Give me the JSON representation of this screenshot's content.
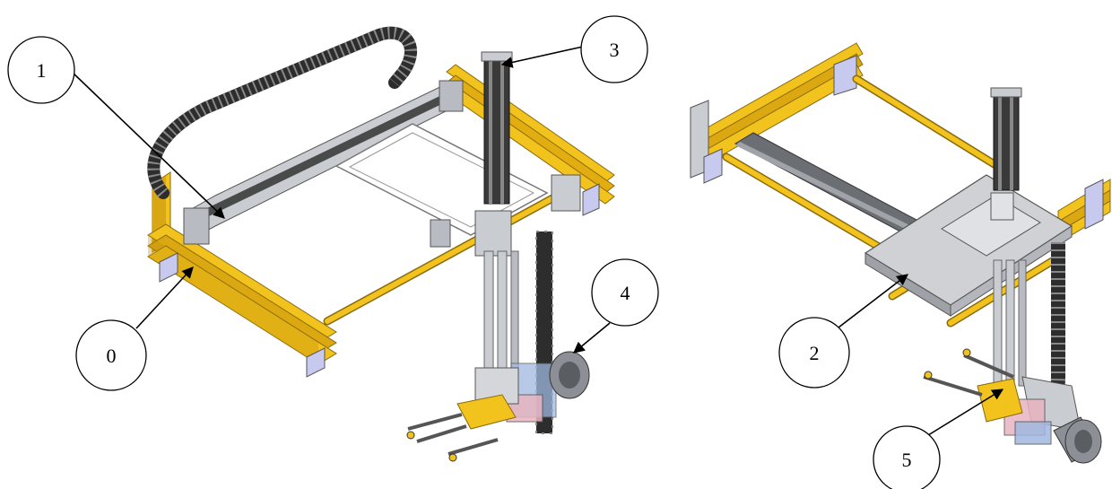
{
  "figure": {
    "left_view": {
      "callouts": {
        "c1": "1",
        "c3": "3",
        "c0": "0",
        "c4": "4"
      }
    },
    "right_view": {
      "callouts": {
        "c2": "2",
        "c5": "5"
      }
    }
  },
  "colors": {
    "profile_yellow": "#f2c21d",
    "profile_dark": "#b8860b",
    "steel": "#c9ccd1",
    "steel_dark": "#8c9096",
    "chain": "#2d2d2d",
    "blue_block": "#9fb8e0",
    "pink_block": "#e8b4c0",
    "line": "#000000"
  }
}
